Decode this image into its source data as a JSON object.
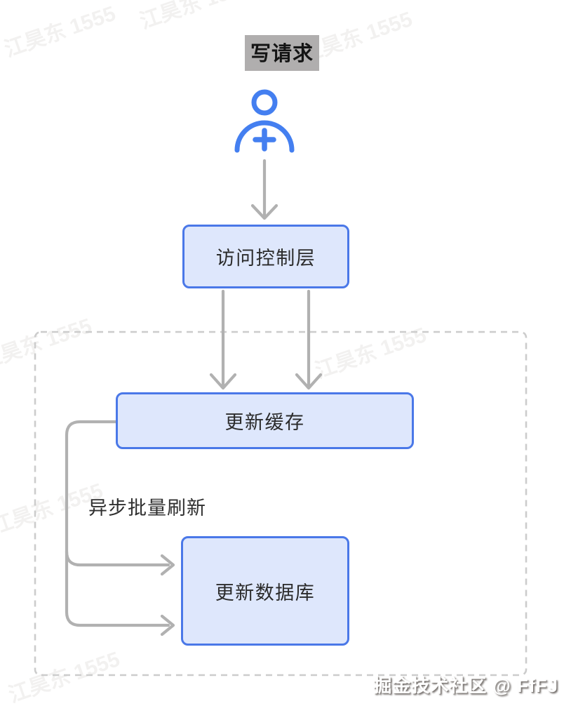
{
  "title": "写请求",
  "diagram": {
    "nodes": {
      "user": {
        "icon": "user-add-icon"
      },
      "access_control": {
        "label": "访问控制层"
      },
      "update_cache": {
        "label": "更新缓存"
      },
      "update_database": {
        "label": "更新数据库"
      }
    },
    "edges": [
      {
        "from": "user",
        "to": "access_control",
        "arrows": 1
      },
      {
        "from": "access_control",
        "to": "update_cache",
        "arrows": 2
      },
      {
        "from": "update_cache",
        "to": "update_database",
        "label": "异步批量刷新",
        "arrows": 2
      }
    ],
    "groups": [
      {
        "name": "dashed-container",
        "contains": [
          "update_cache",
          "update_database"
        ]
      }
    ]
  },
  "watermark": {
    "text": "江昊东 1555"
  },
  "footer": {
    "text": "掘金技术社区 @ FfFJ"
  },
  "colors": {
    "accent_blue": "#447ff0",
    "node_border": "#4a78e8",
    "node_fill": "#dee7fc",
    "arrow_gray": "#b1b1b1",
    "dashed_border": "#cccccc",
    "title_highlight": "#b0aeae"
  }
}
